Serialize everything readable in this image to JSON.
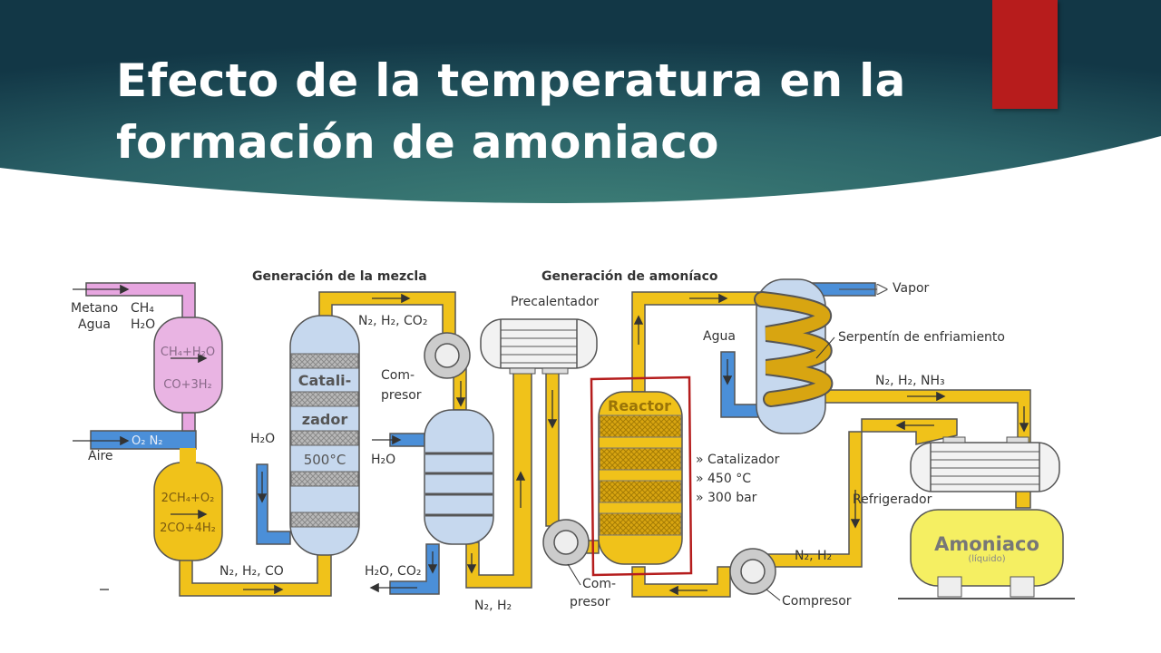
{
  "slide": {
    "title_line1": "Efecto de la temperatura en la",
    "title_line2": "formación de amoniaco"
  },
  "diagram": {
    "section_mezcla": "Generación de la mezcla",
    "section_amoniaco": "Generación de amoníaco",
    "metano": "Metano",
    "ch4": "CH₄",
    "agua": "Agua",
    "h2o": "H₂O",
    "reaction1_left": "CH₄+H₂O",
    "reaction1_right": "CO+3H₂",
    "o2n2": "O₂ N₂",
    "aire": "Aire",
    "reaction2_left": "2CH₄+O₂",
    "reaction2_right": "2CO+4H₂",
    "n2_h2_co": "N₂, H₂, CO",
    "h2o_in": "H₂O",
    "catalizador_1": "Catali-",
    "catalizador_2": "zador",
    "temp_500": "500°C",
    "n2_h2_co2": "N₂, H₂, CO₂",
    "compresor_1a": "Com-",
    "compresor_1b": "presor",
    "h2o_absorber": "H₂O",
    "h2o_co2": "H₂O, CO₂",
    "n2_h2_bottom": "N₂, H₂",
    "precalentador": "Precalentador",
    "compresor_2a": "Com-",
    "compresor_2b": "presor",
    "reactor": "Reactor",
    "reactor_spec1": "» Catalizador",
    "reactor_spec2": "» 450 °C",
    "reactor_spec3": "» 300 bar",
    "vapor": "Vapor",
    "agua_coil": "Agua",
    "serpentin": "Serpentín de enfriamiento",
    "n2_h2_nh3": "N₂, H₂, NH₃",
    "refrigerador": "Refrigerador",
    "amoniaco": "Amoniaco",
    "liquido": "(líquido)",
    "n2_h2_return": "N₂, H₂",
    "compresor_3": "Compresor"
  },
  "colors": {
    "header_dark": "#123f4e",
    "header_mid": "#2f6e6a",
    "accent_red": "#b71c1c",
    "pipe_yellow": "#f0c21a",
    "pipe_blue": "#4b8fd8",
    "pipe_pink": "#e7a6e0",
    "vessel_blue": "#c6d8ee",
    "highlight_red": "#b51d1d"
  }
}
